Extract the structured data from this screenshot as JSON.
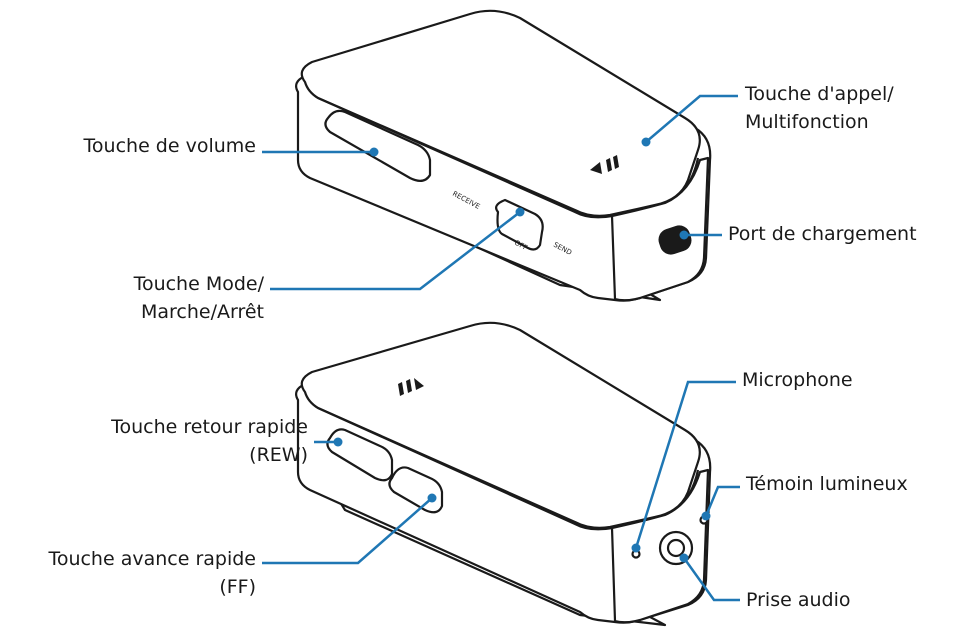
{
  "labels": {
    "volume": "Touche de volume",
    "call_1": "Touche d'appel/",
    "call_2": "Multifonction",
    "charging": "Port de chargement",
    "mode_1": "Touche Mode/",
    "mode_2": "Marche/Arrêt",
    "rew_1": "Touche retour rapide",
    "rew_2": "(REW)",
    "ff_1": "Touche avance rapide",
    "ff_2": "(FF)",
    "microphone": "Microphone",
    "indicator": "Témoin lumineux",
    "audio": "Prise audio"
  },
  "switch": {
    "receive": "RECEIVE",
    "off": "OFF",
    "send": "SEND"
  },
  "colors": {
    "leader": "#1f77b4",
    "outline": "#1a1a1a"
  }
}
